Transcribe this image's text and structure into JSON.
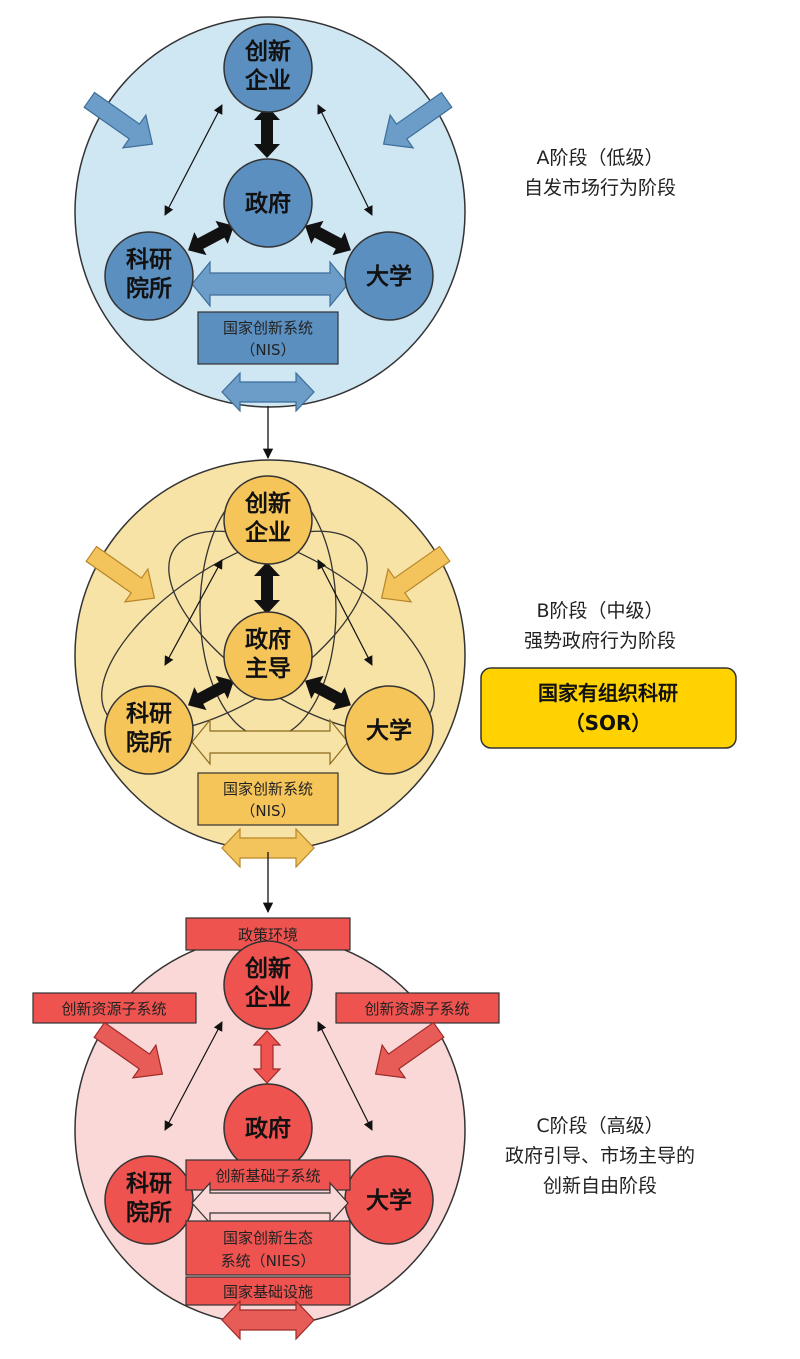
{
  "stage_a": {
    "label_line1": "A阶段（低级）",
    "label_line2": "自发市场行为阶段",
    "enterprise": [
      "创新",
      "企业"
    ],
    "government": "政府",
    "research": [
      "科研",
      "院所"
    ],
    "university": "大学",
    "nis": [
      "国家创新系统",
      "（NIS）"
    ],
    "colors": {
      "bg": "#cfe6f3",
      "node": "#5b8fbf",
      "arrow": "#6b9dc8"
    }
  },
  "stage_b": {
    "label_line1": "B阶段（中级）",
    "label_line2": "强势政府行为阶段",
    "enterprise": [
      "创新",
      "企业"
    ],
    "government": [
      "政府",
      "主导"
    ],
    "research": [
      "科研",
      "院所"
    ],
    "university": "大学",
    "nis": [
      "国家创新系统",
      "（NIS）"
    ],
    "sor": [
      "国家有组织科研",
      "（SOR）"
    ],
    "colors": {
      "bg": "#f8e3a6",
      "node": "#f6c55a",
      "arrow": "#f3c45c",
      "sor": "#ffd200"
    }
  },
  "stage_c": {
    "label_line1": "C阶段（高级）",
    "label_line2": "政府引导、市场主导的",
    "label_line3": "创新自由阶段",
    "policy": "政策环境",
    "resource_left": "创新资源子系统",
    "resource_right": "创新资源子系统",
    "enterprise": [
      "创新",
      "企业"
    ],
    "government": "政府",
    "research": [
      "科研",
      "院所"
    ],
    "university": "大学",
    "foundation": "创新基础子系统",
    "nies": [
      "国家创新生态",
      "系统（NIES）"
    ],
    "infrastructure": "国家基础设施",
    "colors": {
      "bg": "#fad8d8",
      "node": "#ef5350",
      "arrow": "#e85c58"
    }
  }
}
